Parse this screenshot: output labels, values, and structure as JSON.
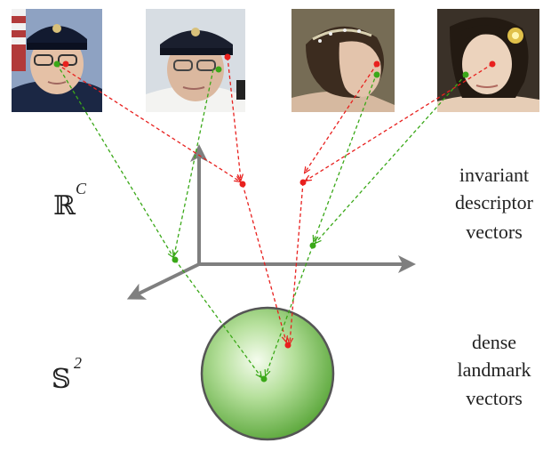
{
  "labels": {
    "rc_base": "ℝ",
    "rc_exp": "C",
    "s2_base": "𝕊",
    "s2_exp": "2",
    "invariant": [
      "invariant",
      "descriptor",
      "vectors"
    ],
    "dense": [
      "dense",
      "landmark",
      "vectors"
    ]
  },
  "portraits": [
    {
      "name": "portrait-1",
      "theme": "navy-cap-elderly",
      "bg": "#7a8fb0"
    },
    {
      "name": "portrait-2",
      "theme": "navy-cap-elderly-white",
      "bg": "#cfd6dc"
    },
    {
      "name": "portrait-3",
      "theme": "victorian-woman-profile",
      "bg": "#6f6651"
    },
    {
      "name": "portrait-4",
      "theme": "victorian-woman-front",
      "bg": "#3b3228"
    }
  ],
  "colors": {
    "red": "#e8201e",
    "green": "#3aa818",
    "axis": "#7f7f7f",
    "sphere_light": "#f3fbe9",
    "sphere_mid": "#9ad27a",
    "sphere_dark": "#5aa63c"
  }
}
